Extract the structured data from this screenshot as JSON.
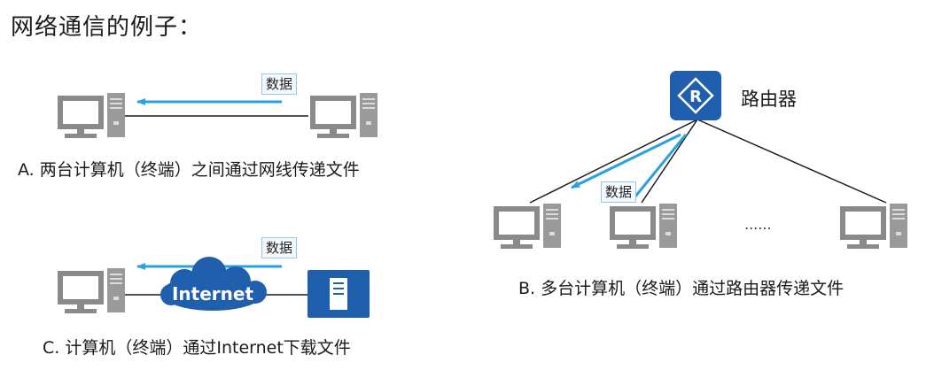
{
  "title": "网络通信的例子：",
  "captions": {
    "a": "A. 两台计算机（终端）之间通过网线传递文件",
    "b": "B. 多台计算机（终端）通过路由器传递文件",
    "c": "C. 计算机（终端）通过Internet下载文件"
  },
  "data_label": "数据",
  "router_label": "路由器",
  "router_symbol": "R",
  "cloud_label": "Internet",
  "ellipsis": "......",
  "icons": {
    "computer": "desktop-computer-icon",
    "router": "router-icon",
    "server": "server-icon",
    "cloud": "internet-cloud-icon"
  },
  "colors": {
    "device_gray": "#8a8a8a",
    "device_blue": "#1f5fae",
    "arrow_blue": "#2aa0e0",
    "line": "#1a1a1a"
  }
}
